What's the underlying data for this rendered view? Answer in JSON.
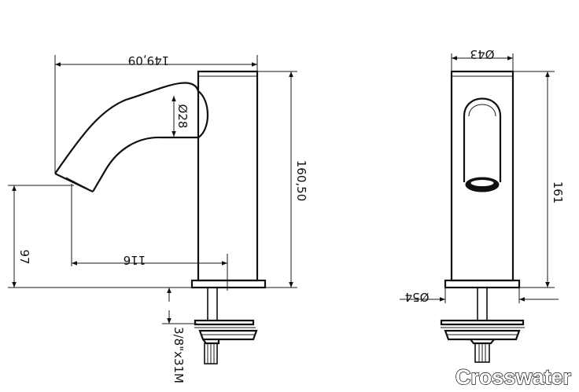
{
  "brand": "Crosswater",
  "side_view": {
    "overall_length": "149,09",
    "spout_diameter": "Ø28",
    "height": "160,50",
    "reach": "116",
    "outlet_height": "97",
    "thread": "3/8\"x31M"
  },
  "front_view": {
    "top_diameter": "Ø43",
    "height": "161",
    "base_diameter": "Ø54"
  }
}
